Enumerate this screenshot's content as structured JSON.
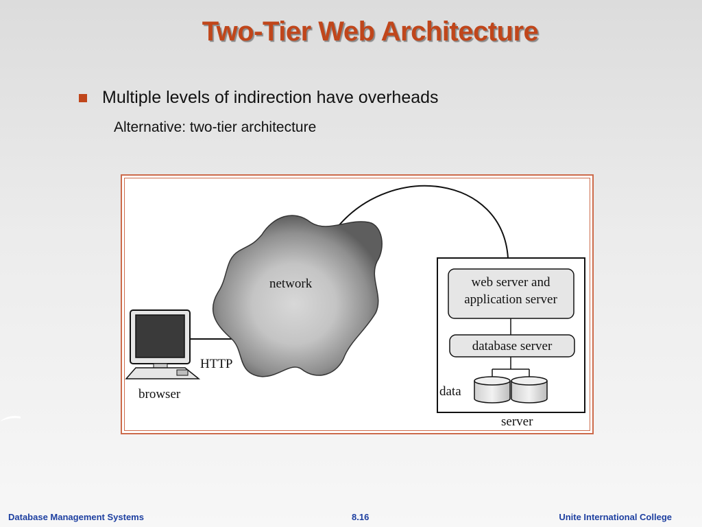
{
  "slide": {
    "title": "Two-Tier Web Architecture",
    "bullet": "Multiple levels of indirection have overheads",
    "sub_bullet": "Alternative: two-tier architecture"
  },
  "diagram": {
    "network_label": "network",
    "http_label": "HTTP",
    "browser_label": "browser",
    "web_app_server_line1": "web server and",
    "web_app_server_line2": "application server",
    "database_server_label": "database server",
    "data_label": "data",
    "server_label": "server"
  },
  "footer": {
    "left": "Database Management Systems",
    "center": "8.16",
    "right": "Unite International College"
  },
  "colors": {
    "title": "#c0461b",
    "bullet": "#c0461b",
    "footer": "#1d3fa0",
    "frame_border": "#cc6a4a"
  }
}
